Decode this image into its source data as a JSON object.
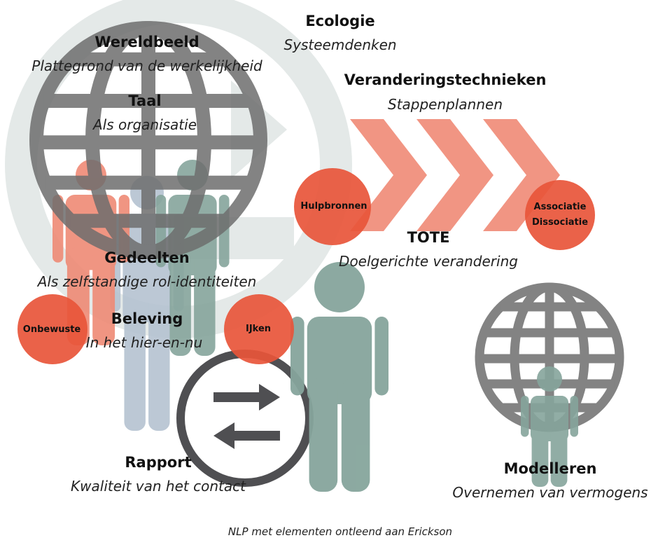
{
  "colors": {
    "logo": "#e4e9e8",
    "globe": "#6e6e6e",
    "red": "#e8553a",
    "salmon": "#ef8a75",
    "teal": "#86a59c",
    "blue": "#b5c3d1",
    "rapport": "#4f4f52"
  },
  "labels": {
    "ecologie": {
      "title": "Ecologie",
      "subtitle": "Systeemdenken"
    },
    "wereldbeeld": {
      "title": "Wereldbeeld",
      "subtitle": "Plattegrond van de werkelijkheid"
    },
    "taal": {
      "title": "Taal",
      "subtitle": "Als organisatie"
    },
    "veranderingstechnieken": {
      "title": "Veranderingstechnieken",
      "subtitle": "Stappenplannen"
    },
    "tote": {
      "title": "TOTE",
      "subtitle": "Doelgerichte verandering"
    },
    "gedeelten": {
      "title": "Gedeelten",
      "subtitle": "Als zelfstandige rol-identiteiten"
    },
    "beleving": {
      "title": "Beleving",
      "subtitle": "In het hier-en-nu"
    },
    "rapport": {
      "title": "Rapport",
      "subtitle": "Kwaliteit van het contact"
    },
    "modelleren": {
      "title": "Modelleren",
      "subtitle": "Overnemen van vermogens"
    }
  },
  "circles": {
    "hulpbronnen": "Hulpbronnen",
    "associatie": "Associatie",
    "dissociatie": "Dissociatie",
    "onbewuste": "Onbewuste",
    "ijken": "IJken"
  },
  "caption": "NLP met elementen ontleend aan Erickson"
}
